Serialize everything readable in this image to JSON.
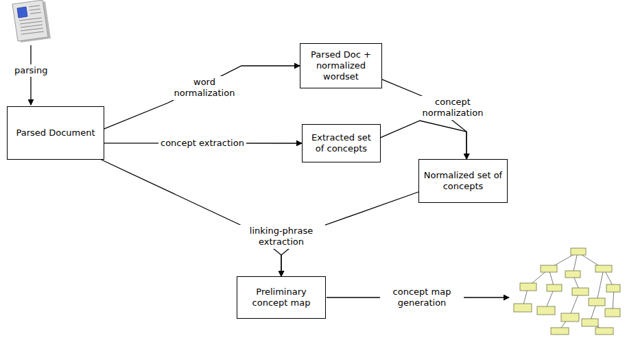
{
  "diagram": {
    "nodes": [
      {
        "text": [
          "Parsed Document"
        ]
      },
      {
        "text": [
          "Parsed Doc + normalized wordset"
        ]
      },
      {
        "text": [
          "Extracted set of concepts"
        ]
      },
      {
        "text": [
          "Normalized set of concepts"
        ]
      },
      {
        "text": [
          "Preliminary concept map"
        ]
      }
    ],
    "edges": [
      {
        "from": 0,
        "to": 1,
        "label": "word normalization",
        "arrow": "to"
      },
      {
        "from": 0,
        "to": 2,
        "label": "concept extraction",
        "arrow": "to"
      },
      {
        "from": 1,
        "to": 3,
        "label": "concept normalization",
        "arrow": "to"
      },
      {
        "from": 2,
        "to": 3,
        "arrow": "to"
      },
      {
        "from": 0,
        "to": 4,
        "label": "linking-phrase extraction",
        "arrow": "to"
      },
      {
        "from": 3,
        "to": 4,
        "arrow": "to"
      }
    ],
    "labels": [
      "parsing",
      "concept map generation"
    ]
  }
}
